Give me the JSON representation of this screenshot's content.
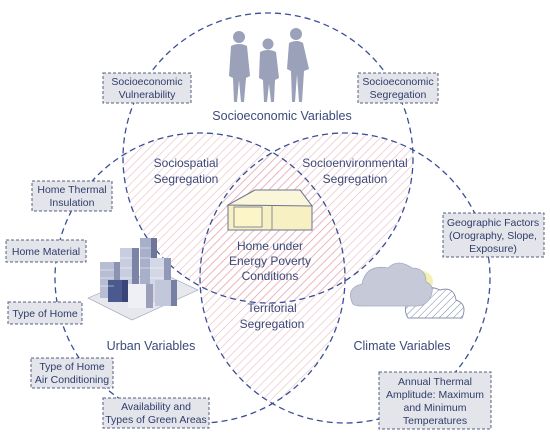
{
  "circles": {
    "socioeconomic": "Socioeconomic Variables",
    "urban": "Urban Variables",
    "climate": "Climate Variables"
  },
  "intersections": {
    "sociospatial": [
      "Sociospatial",
      "Segregation"
    ],
    "socioenvironmental": [
      "Socioenvironmental",
      "Segregation"
    ],
    "territorial": [
      "Territorial",
      "Segregation"
    ],
    "center": [
      "Home under",
      "Energy Poverty",
      "Conditions"
    ]
  },
  "tags": {
    "socioeconomic_vulnerability": [
      "Socioeconomic",
      "Vulnerability"
    ],
    "socioeconomic_segregation": [
      "Socioeconomic",
      "Segregation"
    ],
    "home_thermal_insulation": [
      "Home Thermal",
      "Insulation"
    ],
    "home_material": [
      "Home Material"
    ],
    "type_of_home": [
      "Type of Home"
    ],
    "type_of_home_air_conditioning": [
      "Type of Home",
      "Air Conditioning"
    ],
    "green_areas": [
      "Availability and",
      "Types of Green Areas"
    ],
    "geographic_factors": [
      "Geographic Factors",
      "(Orography, Slope,",
      "Exposure)"
    ],
    "thermal_amplitude": [
      "Annual Thermal",
      "Amplitude: Maximum",
      "and Minimum",
      "Temperatures"
    ]
  },
  "icons": [
    "people-icon",
    "house-icon",
    "buildings-icon",
    "clouds-icon"
  ],
  "colors": {
    "circle_stroke": "#3a4f96",
    "text": "#3b4a78",
    "hatch": "#e9b9c0",
    "tag_fill": "#e3e5ea"
  }
}
